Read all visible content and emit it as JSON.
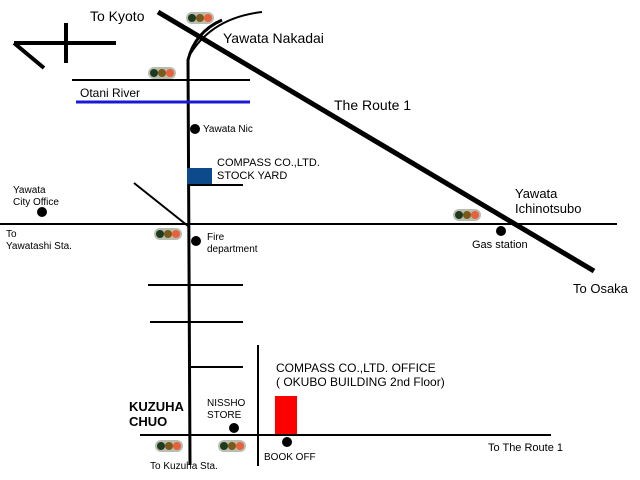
{
  "labels": {
    "to_kyoto": "To Kyoto",
    "yawata_nakadai": "Yawata Nakadai",
    "otani_river": "Otani River",
    "route1": "The Route 1",
    "yawata_nic": "Yawata Nic",
    "stock_yard": "COMPASS CO.,LTD.\nSTOCK YARD",
    "yawata_ichinotsubo": "Yawata\nIchinotsubo",
    "yawata_city_office": "Yawata\nCity Office",
    "fire_department": "Fire\ndepartment",
    "gas_station": "Gas station",
    "to_yawatashi": "To\nYawatashi Sta.",
    "to_osaka": "To Osaka",
    "office": "COMPASS CO.,LTD. OFFICE\n( OKUBO BUILDING 2nd Floor)",
    "nissho_store": "NISSHO\nSTORE",
    "kuzuha_chuo": "KUZUHA\nCHUO",
    "book_off": "BOOK OFF",
    "to_kuzuha": "To Kuzuha Sta.",
    "to_route1": "To The Route 1"
  },
  "colors": {
    "road": "#000000",
    "river": "#1a1ad6",
    "stock_yard": "#0d4a8c",
    "office": "#ff0000",
    "signal_body": "#b9bdb0"
  },
  "icons": [
    "north-arrow-icon",
    "traffic-signal-icon",
    "landmark-dot-icon"
  ]
}
